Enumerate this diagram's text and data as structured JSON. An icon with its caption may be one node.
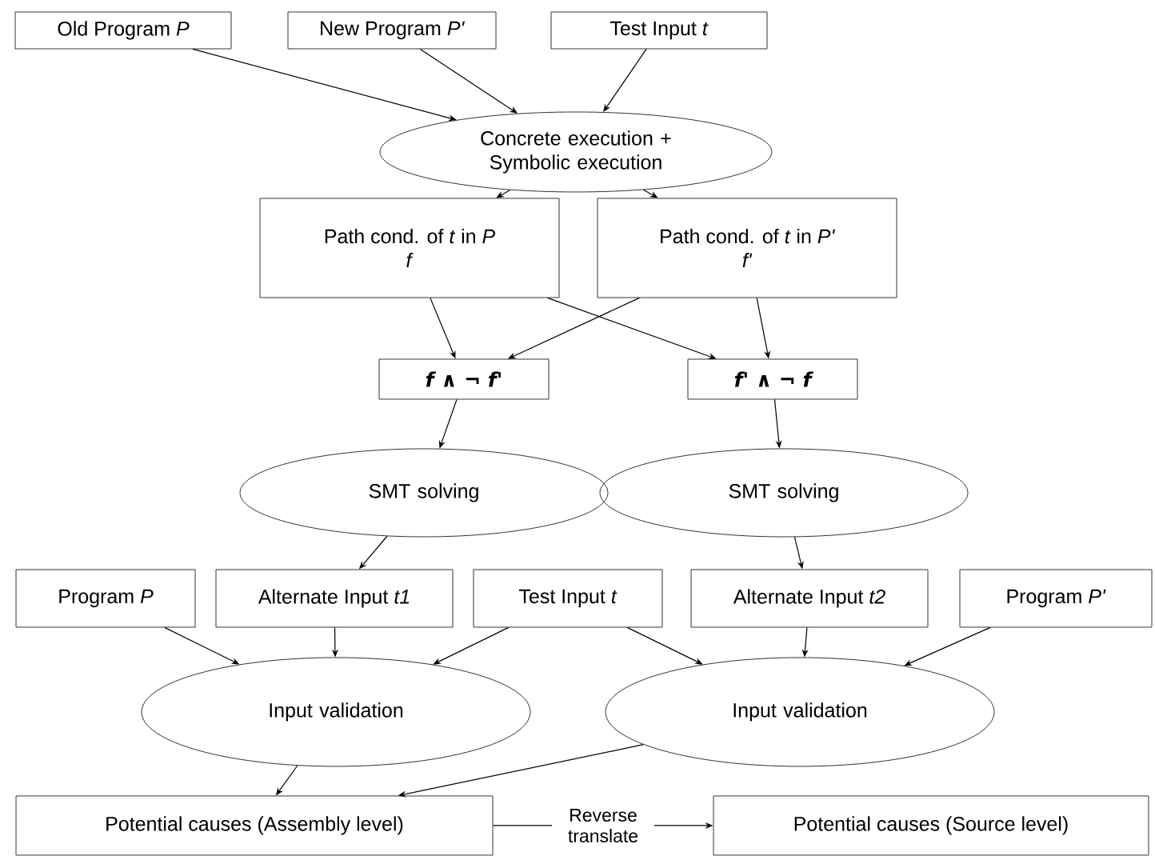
{
  "diagram": {
    "nodes": [
      {
        "text": [
          "Old Program *P*"
        ]
      },
      {
        "text": [
          "New Program *P'*"
        ]
      },
      {
        "text": [
          "Test Input *t*"
        ]
      },
      {
        "text": [
          "Concrete execution + Symbolic execution"
        ]
      },
      {
        "text": [
          "Path cond. of *t* in *P*",
          "*f*"
        ]
      },
      {
        "text": [
          "Path cond. of *t* in *P'*",
          "*f'*"
        ]
      },
      {
        "text": [
          "f ∧ ¬ f'"
        ]
      },
      {
        "text": [
          "f' ∧ ¬ f"
        ]
      },
      {
        "text": [
          "SMT solving"
        ]
      },
      {
        "text": [
          "SMT solving"
        ]
      },
      {
        "text": [
          "Program *P*"
        ]
      },
      {
        "text": [
          "Alternate Input *t1*"
        ]
      },
      {
        "text": [
          "Test Input *t*"
        ]
      },
      {
        "text": [
          "Alternate Input *t2*"
        ]
      },
      {
        "text": [
          "Program *P'*"
        ]
      },
      {
        "text": [
          "Input validation"
        ]
      },
      {
        "text": [
          "Input validation"
        ]
      },
      {
        "text": [
          "Potential causes (Assembly level)"
        ]
      },
      {
        "text": [
          "Potential causes (Source level)"
        ]
      }
    ],
    "edges": [
      {
        "from": 0,
        "to": 3,
        "arrow": "to"
      },
      {
        "from": 1,
        "to": 3,
        "arrow": "to"
      },
      {
        "from": 2,
        "to": 3,
        "arrow": "to"
      },
      {
        "from": 3,
        "to": 4,
        "arrow": "to"
      },
      {
        "from": 3,
        "to": 5,
        "arrow": "to"
      },
      {
        "from": 4,
        "to": 6,
        "arrow": "to"
      },
      {
        "from": 4,
        "to": 7,
        "arrow": "to"
      },
      {
        "from": 5,
        "to": 6,
        "arrow": "to"
      },
      {
        "from": 5,
        "to": 7,
        "arrow": "to"
      },
      {
        "from": 6,
        "to": 8,
        "arrow": "to"
      },
      {
        "from": 7,
        "to": 9,
        "arrow": "to"
      },
      {
        "from": 8,
        "to": 11,
        "arrow": "to"
      },
      {
        "from": 9,
        "to": 13,
        "arrow": "to"
      },
      {
        "from": 10,
        "to": 15,
        "arrow": "to"
      },
      {
        "from": 11,
        "to": 15,
        "arrow": "to"
      },
      {
        "from": 12,
        "to": 15,
        "arrow": "to"
      },
      {
        "from": 12,
        "to": 16,
        "arrow": "to"
      },
      {
        "from": 13,
        "to": 16,
        "arrow": "to"
      },
      {
        "from": 14,
        "to": 16,
        "arrow": "to"
      },
      {
        "from": 15,
        "to": 17,
        "arrow": "to"
      },
      {
        "from": 16,
        "to": 17,
        "arrow": "to"
      },
      {
        "from": 17,
        "to": 18,
        "arrow": "to",
        "label": "Reverse translate"
      }
    ]
  }
}
